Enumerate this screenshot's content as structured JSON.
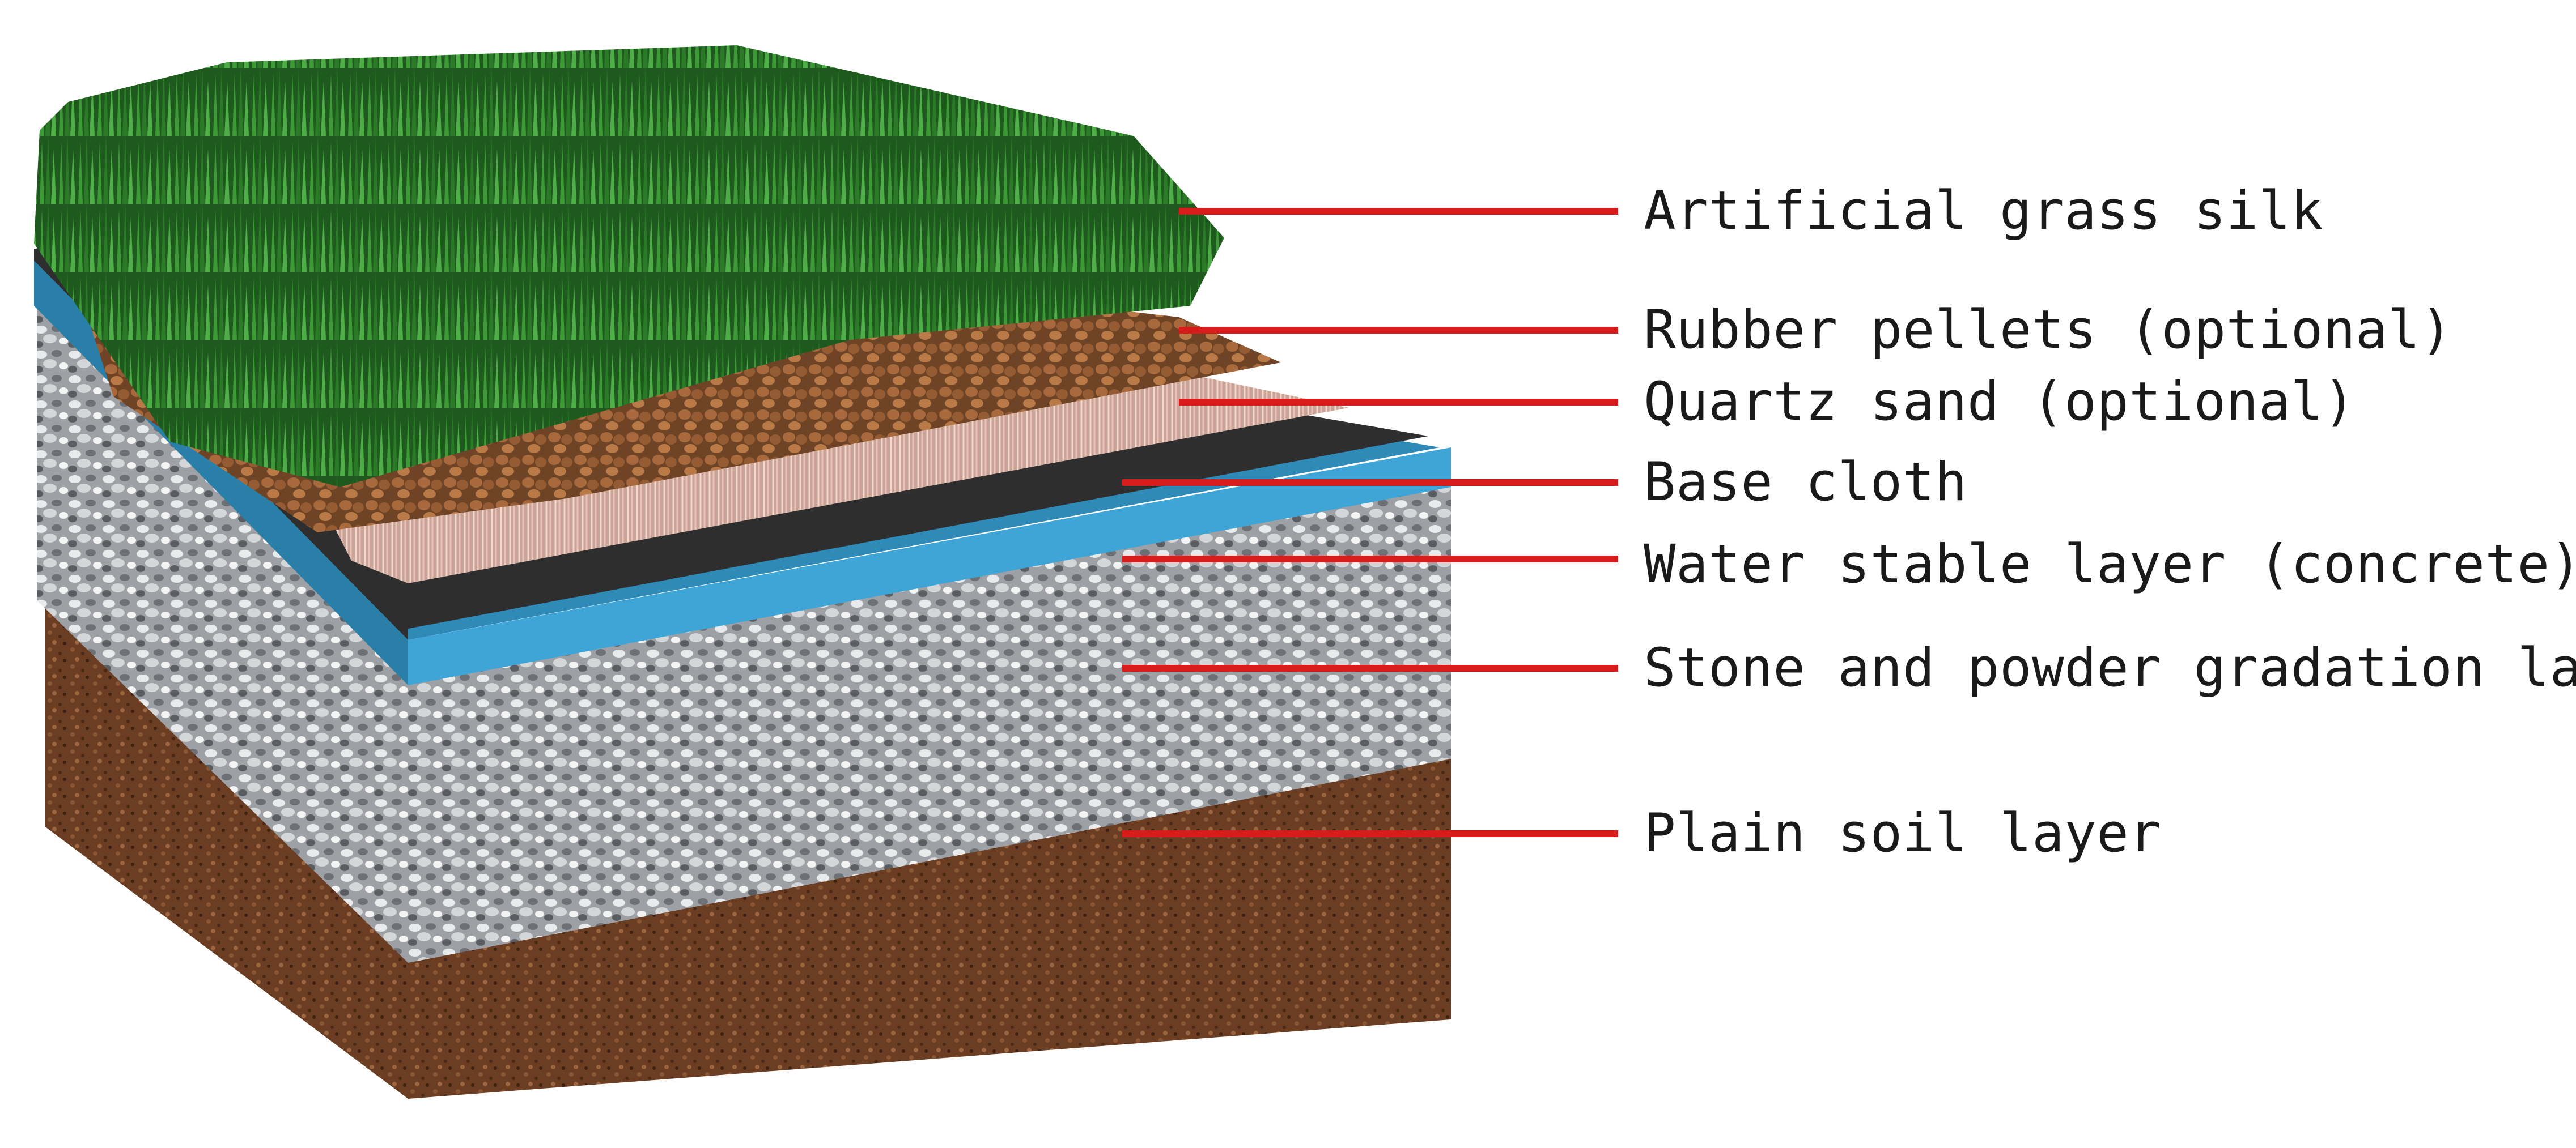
{
  "diagram": {
    "leader_color": "#d81b1b",
    "layers": [
      {
        "key": "grass",
        "label": "Artificial grass silk",
        "color": "#2f7a2c"
      },
      {
        "key": "rubber",
        "label": "Rubber pellets (optional)",
        "color": "#8a5632"
      },
      {
        "key": "quartz",
        "label": "Quartz sand (optional)",
        "color": "#d8b4a6"
      },
      {
        "key": "cloth",
        "label": "Base cloth",
        "color": "#2e2e2e"
      },
      {
        "key": "water",
        "label": "Water stable layer (concrete)",
        "color": "#3b97c6"
      },
      {
        "key": "stone",
        "label": "Stone and powder gradation layer",
        "color": "#a9adb1"
      },
      {
        "key": "soil",
        "label": "Plain soil layer",
        "color": "#6b3d22"
      }
    ]
  }
}
